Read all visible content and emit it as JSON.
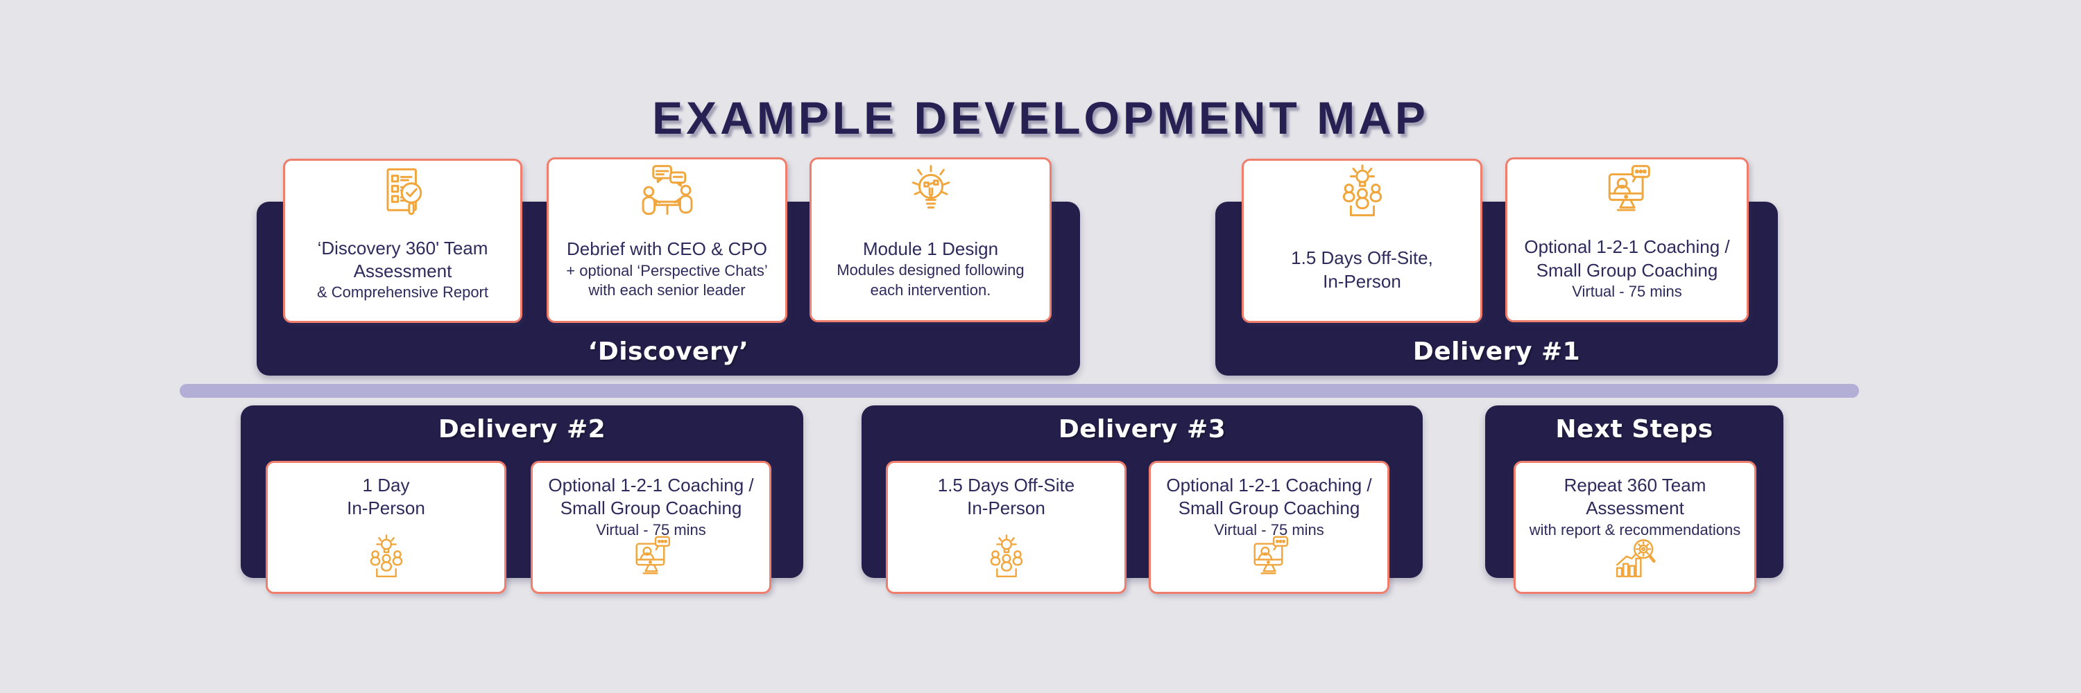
{
  "title": "EXAMPLE DEVELOPMENT MAP",
  "colors": {
    "background": "#e5e4e8",
    "panel_navy": "#241e4a",
    "card_border_salmon": "#ef7e6c",
    "icon_gold": "#f0a63c",
    "divider_lavender": "#b3aed5",
    "text_navy": "#2d2a5c",
    "title_navy": "#272153",
    "label_white": "#ffffff"
  },
  "sections": [
    {
      "label": "‘Discovery’",
      "label_position": "bottom",
      "cards": [
        {
          "icon": "checklist-search-icon",
          "line1": "‘Discovery 360' Team",
          "line2": "Assessment",
          "line3": "& Comprehensive Report"
        },
        {
          "icon": "meeting-chat-icon",
          "line1": "Debrief with CEO & CPO",
          "line2": "+ optional ‘Perspective Chats’",
          "line3": "with each senior leader"
        },
        {
          "icon": "lightbulb-idea-icon",
          "line1": "Module 1 Design",
          "line2": "Modules designed following",
          "line3": "each intervention."
        }
      ]
    },
    {
      "label": "Delivery #1",
      "label_position": "bottom",
      "cards": [
        {
          "icon": "workshop-group-icon",
          "line1": "1.5 Days Off-Site,",
          "line2": "In-Person"
        },
        {
          "icon": "virtual-coaching-monitor-icon",
          "line1": "Optional 1-2-1 Coaching /",
          "line2": "Small Group Coaching",
          "line3": "Virtual - 75 mins"
        }
      ]
    },
    {
      "label": "Delivery #2",
      "label_position": "top",
      "cards": [
        {
          "icon": "workshop-group-icon",
          "line1": "1 Day",
          "line2": "In-Person"
        },
        {
          "icon": "virtual-coaching-monitor-icon",
          "line1": "Optional 1-2-1 Coaching /",
          "line2": "Small Group Coaching",
          "line3": "Virtual - 75 mins"
        }
      ]
    },
    {
      "label": "Delivery #3",
      "label_position": "top",
      "cards": [
        {
          "icon": "workshop-group-icon",
          "line1": "1.5 Days Off-Site",
          "line2": "In-Person"
        },
        {
          "icon": "virtual-coaching-monitor-icon",
          "line1": "Optional 1-2-1 Coaching /",
          "line2": "Small Group Coaching",
          "line3": "Virtual - 75 mins"
        }
      ]
    },
    {
      "label": "Next Steps",
      "label_position": "top",
      "cards": [
        {
          "icon": "chart-magnifier-icon",
          "line1": "Repeat 360 Team",
          "line2": "Assessment",
          "line3": "with report & recommendations"
        }
      ]
    }
  ]
}
